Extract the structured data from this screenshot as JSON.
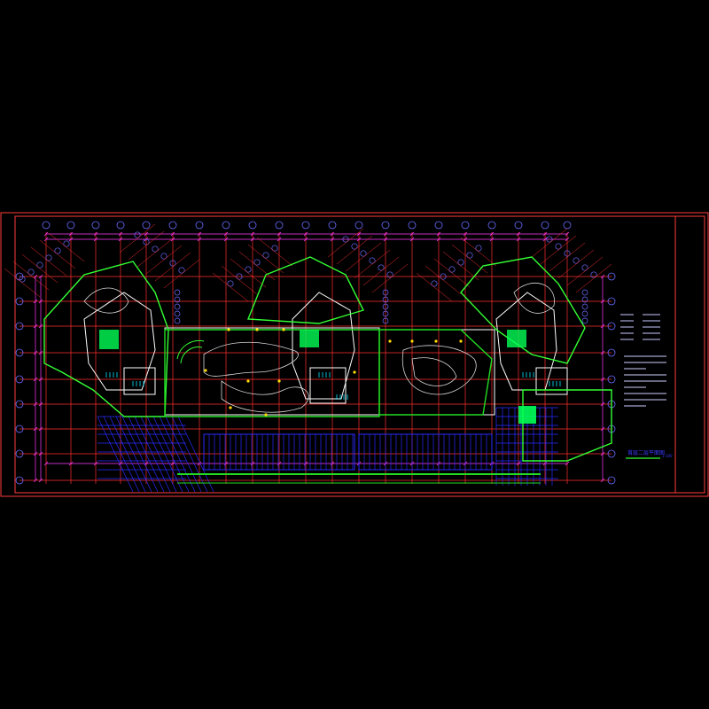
{
  "drawing": {
    "title": "首层二层平面图",
    "scale": "1:100"
  },
  "colors": {
    "background": "#000000",
    "frame": "#ff3b3b",
    "grid": "#ff2e2e",
    "dimension": "#ff3bff",
    "axis_bubble": "#6a6aff",
    "wall": "#ffffff",
    "landscape": "#33ff33",
    "parking": "#2a2aff",
    "annotation": "#00e5ff",
    "fill_green": "#00ff55"
  },
  "notes": {
    "legend_rows": 5,
    "note_lines": 9
  }
}
